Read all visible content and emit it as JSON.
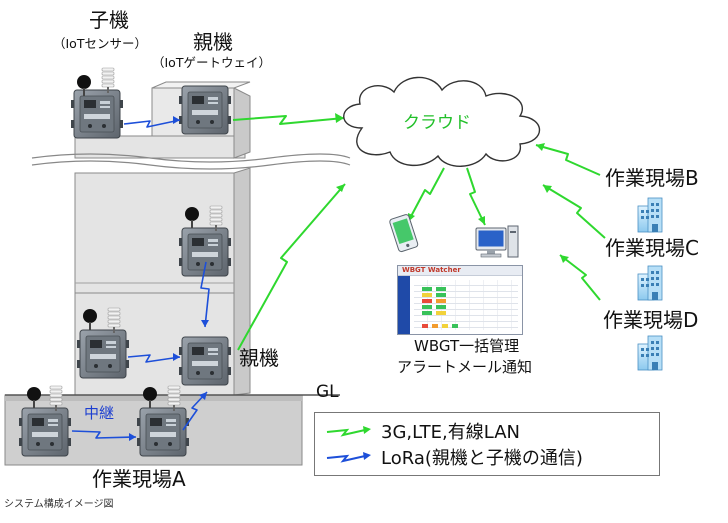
{
  "labels": {
    "child_title": "子機",
    "child_sub": "（IoTセンサー）",
    "parent_title": "親機",
    "parent_sub": "（IoTゲートウェイ）",
    "cloud": "クラウド",
    "site_b": "作業現場B",
    "site_c": "作業現場C",
    "site_d": "作業現場D",
    "site_a": "作業現場A",
    "parent_side": "親機",
    "gl": "GL",
    "relay": "中継",
    "wbgt_line1": "WBGT一括管理",
    "wbgt_line2": "アラートメール通知",
    "caption": "システム構成イメージ図"
  },
  "legend": {
    "green_label": "3G,LTE,有線LAN",
    "blue_label": "LoRa(親機と子機の通信)"
  },
  "screen": {
    "title": "WBGT Watcher"
  },
  "colors": {
    "green_link": "#2fd82f",
    "blue_link": "#1d4fd9",
    "cloud_text": "#22c02a",
    "relay_text": "#1d3fd0",
    "building": "#e3e3e3",
    "ground": "#cfcfcf"
  },
  "icons": [
    "device-icon",
    "smartphone-icon",
    "desktop-pc-icon",
    "office-building-icon",
    "cloud-icon"
  ]
}
